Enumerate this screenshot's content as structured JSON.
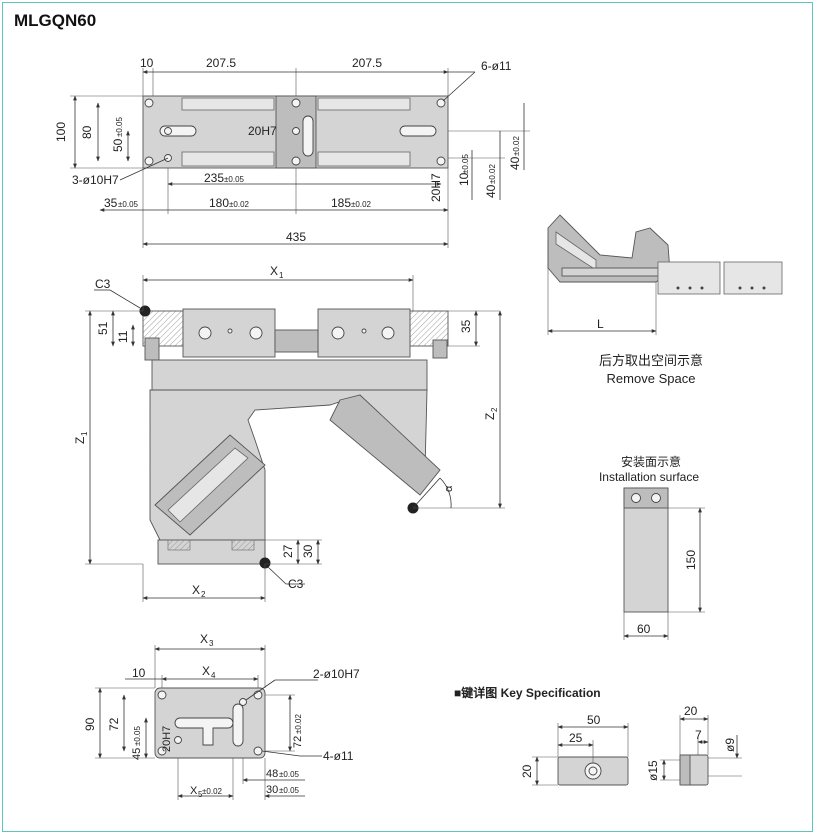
{
  "title": "MLGQN60",
  "top_view": {
    "dims": {
      "d10": "10",
      "d207a": "207.5",
      "d207b": "207.5",
      "holes6": "6-ø11",
      "h100": "100",
      "h80": "80",
      "h50": "50",
      "h50_tol": "±0.05",
      "slot20h7": "20H7",
      "holes3": "3-ø10H7",
      "d235": "235",
      "d235_tol": "±0.05",
      "d35": "35",
      "d35_tol": "±0.05",
      "d180": "180",
      "d180_tol": "±0.02",
      "d185": "185",
      "d185_tol": "±0.02",
      "d435": "435",
      "v20h7": "20H7",
      "v10": "10",
      "v10_tol": "±0.05",
      "v40a": "40",
      "v40a_tol": "±0.02",
      "v40b": "40",
      "v40b_tol": "±0.02"
    }
  },
  "front_view": {
    "dims": {
      "c3_top": "C3",
      "c3_bottom": "C3",
      "x1": "X",
      "x1_sub": "1",
      "x2": "X",
      "x2_sub": "2",
      "z1": "Z",
      "z1_sub": "1",
      "z2": "Z",
      "z2_sub": "2",
      "alpha": "α",
      "v51": "51",
      "v11": "11",
      "v35": "35",
      "v27": "27",
      "v30": "30"
    }
  },
  "remove_space": {
    "l_label": "L",
    "caption_cn": "后方取出空间示意",
    "caption_en": "Remove Space"
  },
  "install": {
    "caption_cn": "安装面示意",
    "caption_en": "Installation surface",
    "h150": "150",
    "w60": "60"
  },
  "bottom_view": {
    "dims": {
      "x3": "X",
      "x3_sub": "3",
      "x4": "X",
      "x4_sub": "4",
      "x5": "X",
      "x5_sub": "5",
      "x5_tol": "±0.02",
      "d10": "10",
      "h90": "90",
      "h72": "72",
      "v45": "45",
      "v45_tol": "±0.05",
      "slot20h7": "20H7",
      "v72": "72",
      "v72_tol": "±0.02",
      "holes2": "2-ø10H7",
      "holes4": "4-ø11",
      "d48": "48",
      "d48_tol": "±0.05",
      "d30": "30",
      "d30_tol": "±0.05"
    }
  },
  "key_spec": {
    "heading": "■键详图 Key Specification",
    "d50": "50",
    "d25": "25",
    "h20": "20",
    "d15": "ø15",
    "s20": "20",
    "s7": "7",
    "s9": "ø9"
  },
  "colors": {
    "frame": "#5fc3c0",
    "part_fill": "#d4d4d4",
    "line": "#333333"
  }
}
